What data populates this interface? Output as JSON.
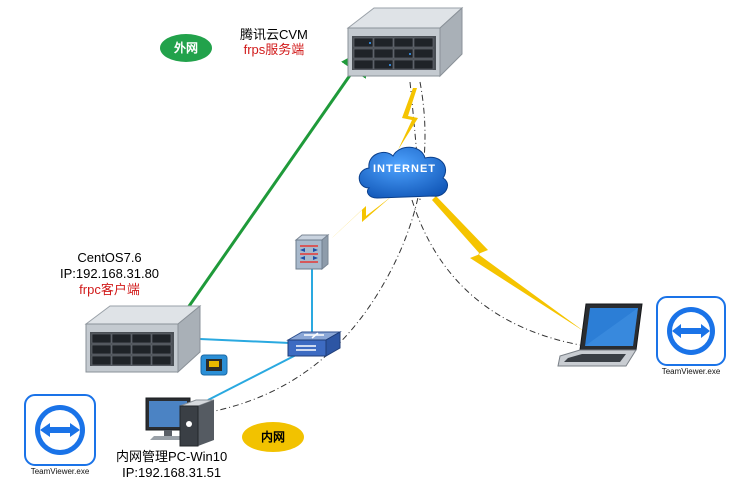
{
  "labels": {
    "cvm_name": "腾讯云CVM",
    "cvm_role": "frps服务端",
    "badge_external": "外网",
    "badge_internal": "内网",
    "internet": "INTERNET",
    "centos_os": "CentOS7.6",
    "centos_ip": "IP:192.168.31.80",
    "centos_role": "frpc客户端",
    "pc_name": "内网管理PC-Win10",
    "pc_ip": "IP:192.168.31.51",
    "tv_caption_left": "TeamViewer.exe",
    "tv_caption_right": "TeamViewer.exe"
  },
  "colors": {
    "badge_external": "#22a24b",
    "badge_internal": "#f2c200",
    "green_arrow": "#1f9a3a",
    "lan_line": "#2aa9e0",
    "lightning": "#f5c400",
    "cloud": "#1565c8",
    "teamviewer": "#1a73e8"
  }
}
